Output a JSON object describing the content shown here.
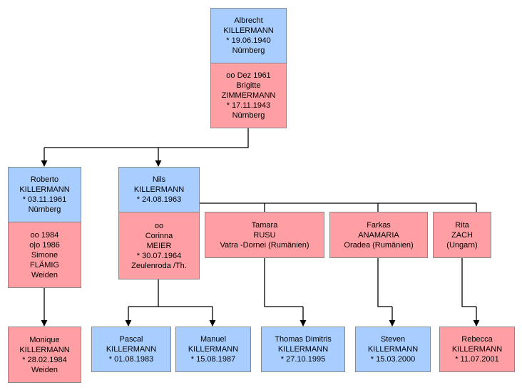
{
  "colors": {
    "male_box": "#a8cdff",
    "female_box": "#ff9fa3",
    "line": "#000000",
    "border": "#888888"
  },
  "persons": {
    "albrecht": [
      "Albrecht",
      "KILLERMANN",
      "* 19.06.1940",
      "Nürnberg"
    ],
    "albrecht_spouse": [
      "oo Dez 1961",
      "Brigitte",
      "ZIMMERMANN",
      "* 17.11.1943",
      "Nürnberg"
    ],
    "roberto": [
      "Roberto",
      "KILLERMANN",
      "* 03.11.1961",
      "Nürnberg"
    ],
    "roberto_spouse": [
      "oo 1984",
      "o|o  1986",
      "Simone",
      "FLÄMIG",
      "Weiden"
    ],
    "nils": [
      "Nils",
      "KILLERMANN",
      "* 24.08.1963"
    ],
    "nils_spouse": [
      "oo",
      "Corinna",
      "MEIER",
      "* 30.07.1964",
      "Zeulenroda /Th."
    ],
    "tamara": [
      "Tamara",
      "RUSU",
      "Vatra -Dornei (Rumänien)"
    ],
    "farkas": [
      "Farkas",
      "ANAMARIA",
      "Oradea (Rumänien)"
    ],
    "rita": [
      "Rita",
      "ZACH",
      "(Ungarn)"
    ],
    "monique": [
      "Monique",
      "KILLERMANN",
      "* 28.02.1984",
      "Weiden"
    ],
    "pascal": [
      "Pascal",
      "KILLERMANN",
      "* 01.08.1983"
    ],
    "manuel": [
      "Manuel",
      "KILLERMANN",
      "* 15.08.1987"
    ],
    "thomas": [
      "Thomas Dimitris",
      "KILLERMANN",
      "* 27.10.1995"
    ],
    "steven": [
      "Steven",
      "KILLERMANN",
      "* 15.03.2000"
    ],
    "rebecca": [
      "Rebecca",
      "KILLERMANN",
      "* 11.07.2001"
    ]
  }
}
